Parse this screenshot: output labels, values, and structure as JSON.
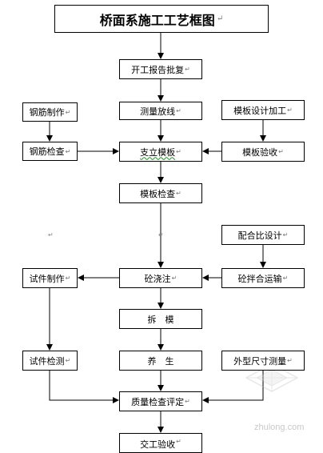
{
  "title": "桥面系施工工艺框图",
  "boxes": {
    "kaigong": "开工报告批复",
    "celiang": "测量放线",
    "moban_sheji": "模板设计加工",
    "gangjin_zhizuo": "钢筋制作",
    "gangjin_jiancha": "钢筋检查",
    "zhili_moban": "支立模板",
    "moban_yanshou": "模板验收",
    "moban_jiancha": "模板检查",
    "peihebi": "配合比设计",
    "shijian_zhizuo": "试件制作",
    "jiaozhu": "砼浇注",
    "banhe": "砼拌合运输",
    "chaimo": "拆　模",
    "shijian_jiance": "试件检测",
    "yangsheng": "养　生",
    "waixing": "外型尺寸测量",
    "zhiliang": "质量检查评定",
    "jiaogong": "交工验收"
  },
  "para_mark": "↵",
  "watermark": "zhulong.com"
}
